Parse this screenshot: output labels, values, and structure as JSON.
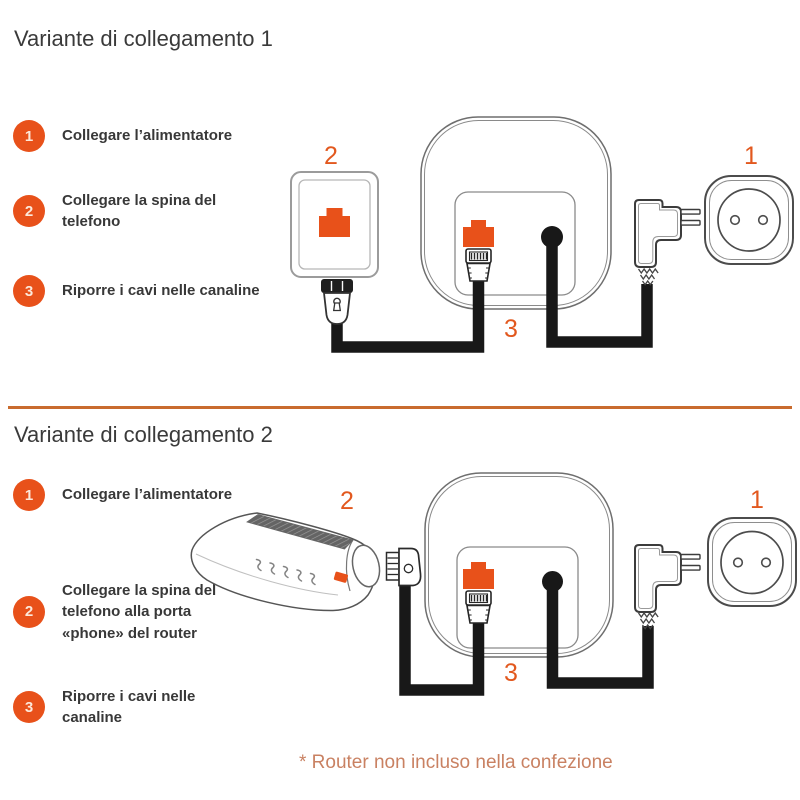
{
  "page": {
    "accent_color": "#e8511a",
    "divider_color": "#c96b2e",
    "footnote": "* Router non incluso nella confezione",
    "footnote_color": "#c98162"
  },
  "variant1": {
    "title": "Variante di collegamento 1",
    "steps": [
      {
        "num": "1",
        "text": "Collegare l’alimentatore"
      },
      {
        "num": "2",
        "text": "Collegare la spina del telefono"
      },
      {
        "num": "3",
        "text": "Riporre i cavi nelle canaline"
      }
    ],
    "diagram": {
      "label_power_outlet": "1",
      "label_phone_socket": "2",
      "label_cable_ducts": "3"
    }
  },
  "variant2": {
    "title": "Variante di collegamento 2",
    "steps": [
      {
        "num": "1",
        "text": "Collegare l’alimentatore"
      },
      {
        "num": "2",
        "text": "Collegare la spina del telefono alla porta «phone» del router"
      },
      {
        "num": "3",
        "text": "Riporre i cavi nelle canaline"
      }
    ],
    "diagram": {
      "label_power_outlet": "1",
      "label_router": "2",
      "label_cable_ducts": "3"
    }
  }
}
